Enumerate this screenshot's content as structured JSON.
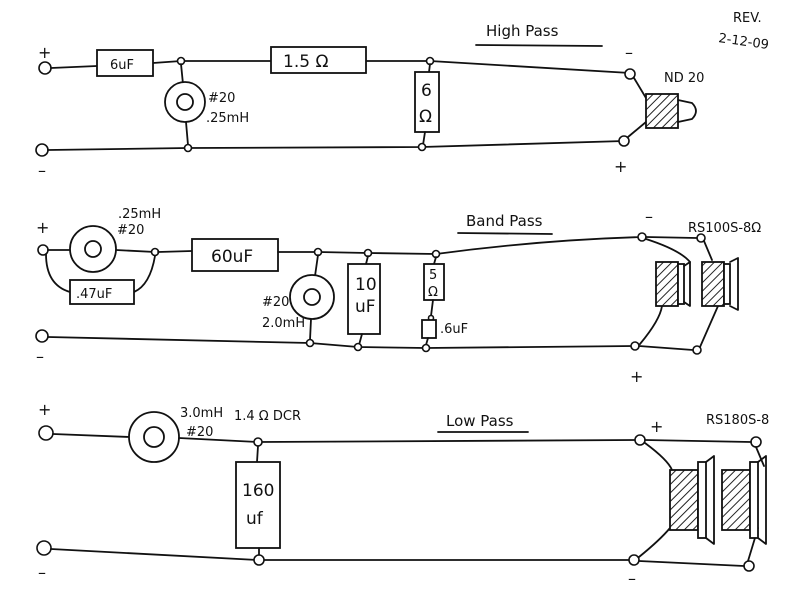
{
  "revision": {
    "label": "REV.",
    "date": "2-12-09"
  },
  "high_pass": {
    "title": "High Pass",
    "input_plus": "+",
    "input_minus": "–",
    "cap": "6uF",
    "res_series": "1.5 Ω",
    "inductor_gauge": "#20",
    "inductor_value": ".25mH",
    "res_shunt_value": "6",
    "res_shunt_unit": "Ω",
    "driver": "ND 20",
    "driver_minus": "–",
    "driver_plus": "+"
  },
  "band_pass": {
    "title": "Band Pass",
    "input_plus": "+",
    "input_minus": "–",
    "inductor1_value": ".25mH",
    "inductor1_gauge": "#20",
    "cap_parallel": ".47uF",
    "cap_series": "60uF",
    "inductor2_gauge": "#20",
    "inductor2_value": "2.0mH",
    "cap_shunt_value": "10",
    "cap_shunt_unit": "uF",
    "res_shunt_value": "5",
    "res_shunt_unit": "Ω",
    "cap_small": ".6uF",
    "driver": "RS100S-8Ω",
    "driver_minus": "–",
    "driver_plus": "+"
  },
  "low_pass": {
    "title": "Low Pass",
    "input_plus": "+",
    "input_minus": "–",
    "inductor_value": "3.0mH",
    "inductor_gauge": "#20",
    "dcr": "1.4 Ω DCR",
    "cap_value": "160",
    "cap_unit": "uf",
    "driver": "RS180S-8",
    "driver_plus": "+",
    "driver_minus": "–"
  }
}
